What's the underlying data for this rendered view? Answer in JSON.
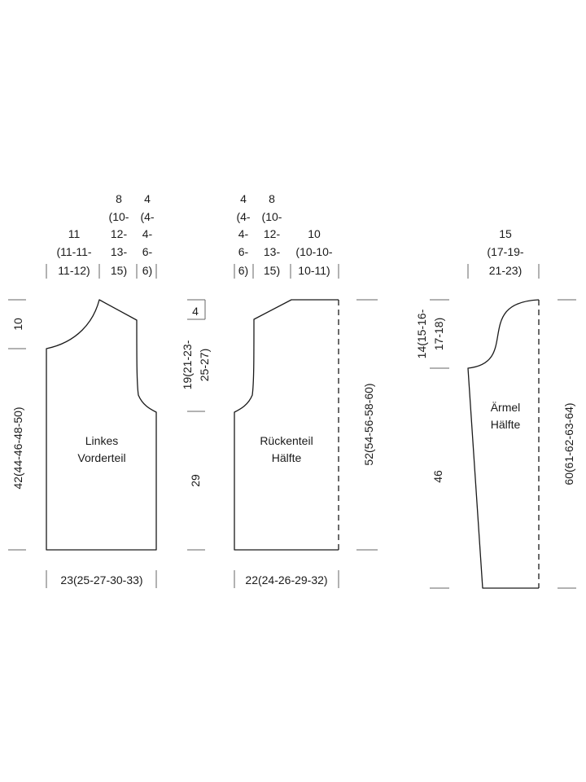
{
  "front": {
    "label": [
      "Linkes",
      "Vorderteil"
    ],
    "top_shoulder": [
      "11",
      "(11-11-",
      "11-12)"
    ],
    "top_neck": [
      "8",
      "(10-",
      "12-",
      "13-",
      "15)"
    ],
    "top_armhole": [
      "4",
      "(4-",
      "4-",
      "6-",
      "6)"
    ],
    "bottom_width": "23(25-27-30-33)",
    "left_upper": "10",
    "left_total": "42(44-46-48-50)"
  },
  "back": {
    "label": [
      "Rückenteil",
      "Hälfte"
    ],
    "top_armhole": [
      "4",
      "(4-",
      "4-",
      "6-",
      "6)"
    ],
    "top_shoulder": [
      "8",
      "(10-",
      "12-",
      "13-",
      "15)"
    ],
    "top_neck": [
      "10",
      "(10-10-",
      "10-11)"
    ],
    "bottom_width": "22(24-26-29-32)",
    "left_armhole": [
      "19(21-23-",
      "25-27)"
    ],
    "left_top": "4",
    "left_lower": "29",
    "right_total": "52(54-56-58-60)"
  },
  "sleeve": {
    "label": [
      "Ärmel",
      "Hälfte"
    ],
    "top_width": [
      "15",
      "(17-19-",
      "21-23)"
    ],
    "left_cap": [
      "14(15-16-",
      "17-18)"
    ],
    "left_lower": "46",
    "right_total": "60(61-62-63-64)"
  }
}
